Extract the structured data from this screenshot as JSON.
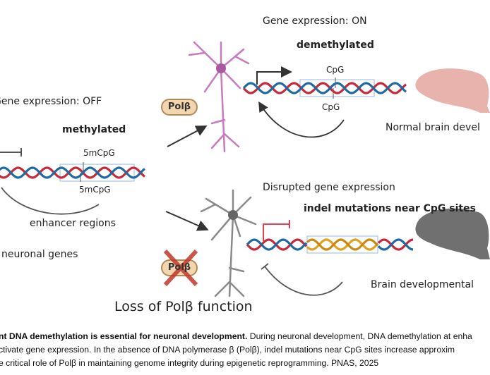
{
  "top_panel": {
    "state_label": "Gene expression: ON",
    "methylation_label": "demethylated",
    "cpg_top": "CpG",
    "cpg_bottom": "CpG",
    "outcome": "Normal brain devel"
  },
  "left_panel": {
    "state_label": "Gene expression: OFF",
    "methylation_label": "methylated",
    "cpg_top": "5mCpG",
    "cpg_bottom": "5mCpG",
    "enhancer_label": "enhancer regions",
    "genes_label": "neuronal genes"
  },
  "polb": {
    "label": "Polβ",
    "crossed_label": "Polβ",
    "loss_label": "Loss of Polβ function"
  },
  "bottom_panel": {
    "state_label": "Disrupted gene expression",
    "mutation_label": "indel mutations near CpG sites",
    "outcome": "Brain developmental"
  },
  "caption": {
    "line1_bold": "nt DNA demethylation is essential for neuronal development.",
    "line1_rest": " During neuronal development, DNA demethylation at enha",
    "line2": "ctivate gene expression. In the absence of DNA polymerase β (Polβ), indel mutations near CpG sites increase approxim",
    "line3": "e critical role of Polβ in maintaining genome integrity during epigenetic reprogramming. PNAS, 2025"
  },
  "colors": {
    "strand_red": "#c8283a",
    "strand_blue": "#1f6aa0",
    "mutation_yellow": "#e0a21c",
    "neuron_pink": "#c77bbf",
    "neuron_gray": "#8a8a8a",
    "brain_pink": "#e8b3ad",
    "brain_gray": "#707070",
    "polb_fill": "#f2d7ae",
    "cross_red": "#c0392b"
  }
}
